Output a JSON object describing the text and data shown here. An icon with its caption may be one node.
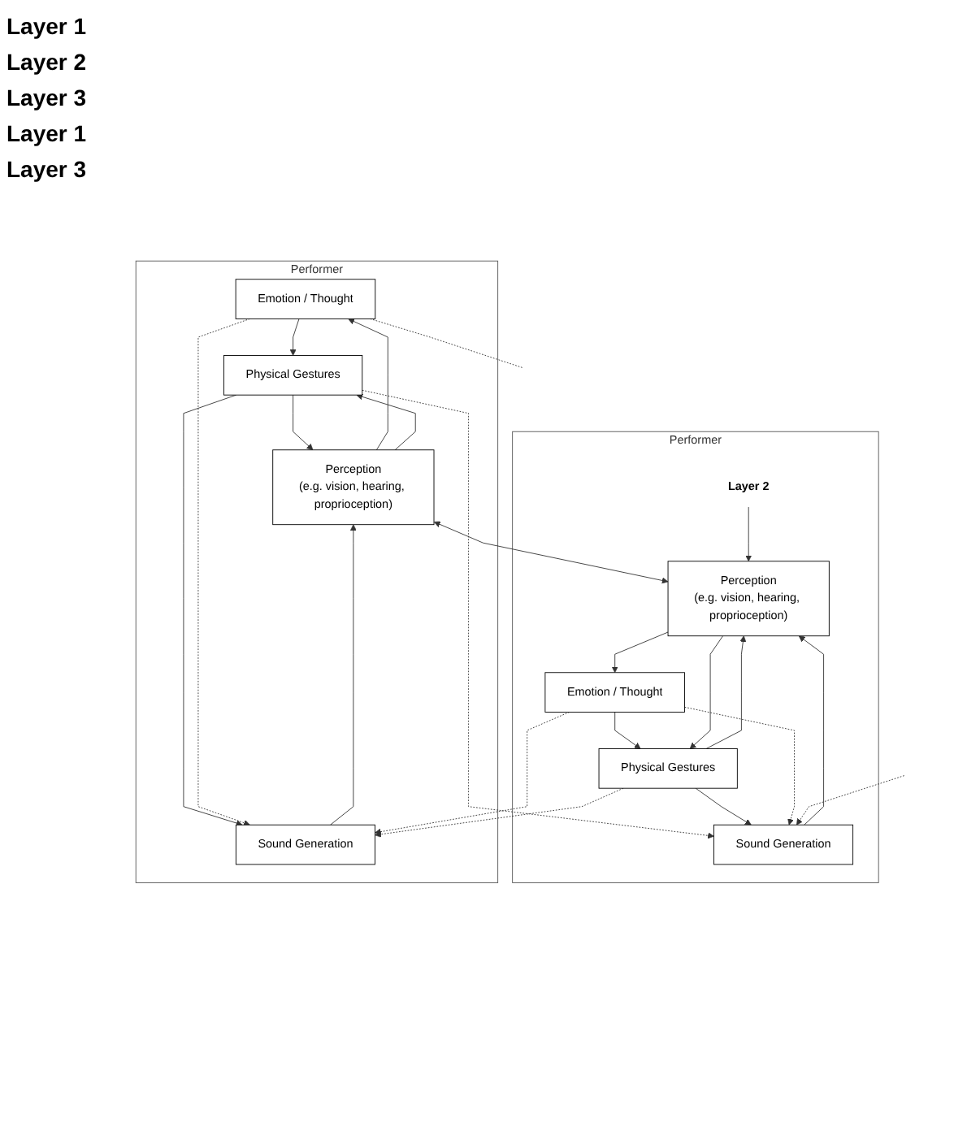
{
  "diagram": {
    "nodes": [
      {
        "text": [
          "Performer"
        ]
      },
      {
        "text": [
          "Emotion / Thought"
        ],
        "in": 0
      },
      {
        "text": [
          "Perception",
          "(e.g. vision, hearing, proprioception)"
        ],
        "in": 0
      },
      {
        "text": [
          "Physical Gestures"
        ],
        "in": 0
      },
      {
        "text": [
          "Sound Generation"
        ],
        "in": 0
      },
      {
        "text": [
          "Performer"
        ]
      },
      {
        "text": [
          "Emotion / Thought"
        ],
        "in": 5
      },
      {
        "text": [
          "Layer 2"
        ],
        "in": 5
      },
      {
        "text": [
          "Perception",
          "(e.g. vision, hearing, proprioception)"
        ],
        "in": 5
      },
      {
        "text": [
          "Physical Gestures"
        ],
        "in": 5
      },
      {
        "text": [
          "Sound Generation"
        ],
        "in": 5
      }
    ],
    "edges": [
      {
        "from": 2,
        "to": 1,
        "arrow": "to"
      },
      {
        "from": 1,
        "to": 3,
        "arrow": "to"
      },
      {
        "from": 3,
        "to": 2,
        "arrow": "to"
      },
      {
        "from": 2,
        "to": 3,
        "arrow": "to"
      },
      {
        "from": 3,
        "to": 4,
        "arrow": "to"
      },
      {
        "from": 1,
        "to": 4,
        "arrow": "to",
        "style": "dashed"
      },
      {
        "from": 4,
        "to": 2,
        "arrow": "to"
      },
      {
        "from": 1,
        "to": null,
        "arrow": "none",
        "style": "dashed"
      },
      {
        "from": 2,
        "to": 8,
        "arrow": "both"
      },
      {
        "from": 3,
        "to": 10,
        "arrow": "to",
        "style": "dashed"
      },
      {
        "from": 6,
        "to": 4,
        "arrow": "to",
        "style": "dashed"
      },
      {
        "from": 9,
        "to": 4,
        "arrow": "to",
        "style": "dashed"
      },
      {
        "from": 8,
        "to": 6,
        "arrow": "to"
      },
      {
        "from": 7,
        "to": 8,
        "arrow": "to"
      },
      {
        "from": 6,
        "to": 9,
        "arrow": "to"
      },
      {
        "from": 9,
        "to": 8,
        "arrow": "to"
      },
      {
        "from": 8,
        "to": 9,
        "arrow": "to"
      },
      {
        "from": 9,
        "to": 10,
        "arrow": "to"
      },
      {
        "from": 6,
        "to": 10,
        "arrow": "to",
        "style": "dashed"
      },
      {
        "from": 10,
        "to": 8,
        "arrow": "to"
      },
      {
        "from": null,
        "to": 10,
        "arrow": "to",
        "style": "dashed"
      }
    ],
    "labels": [
      "Layer 1",
      "Layer 2",
      "Layer 3",
      "Layer 1",
      "Layer 3"
    ]
  }
}
